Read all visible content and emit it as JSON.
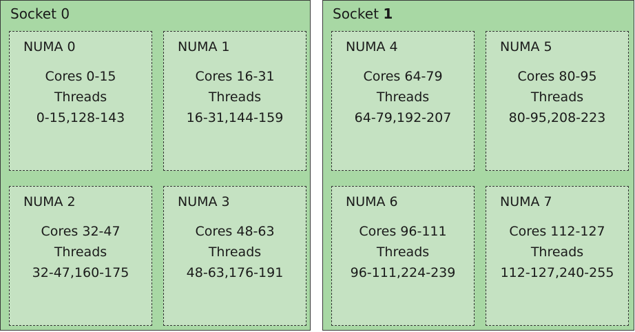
{
  "sockets": [
    {
      "label": "Socket",
      "number": "0",
      "numas": [
        {
          "title": "NUMA 0",
          "cores": "Cores 0-15",
          "threads_label": "Threads",
          "threads": "0-15,128-143"
        },
        {
          "title": "NUMA 1",
          "cores": "Cores 16-31",
          "threads_label": "Threads",
          "threads": "16-31,144-159"
        },
        {
          "title": "NUMA 2",
          "cores": "Cores 32-47",
          "threads_label": "Threads",
          "threads": "32-47,160-175"
        },
        {
          "title": "NUMA 3",
          "cores": "Cores 48-63",
          "threads_label": "Threads",
          "threads": "48-63,176-191"
        }
      ]
    },
    {
      "label": "Socket",
      "number": "1",
      "numas": [
        {
          "title": "NUMA 4",
          "cores": "Cores 64-79",
          "threads_label": "Threads",
          "threads": "64-79,192-207"
        },
        {
          "title": "NUMA 5",
          "cores": "Cores 80-95",
          "threads_label": "Threads",
          "threads": "80-95,208-223"
        },
        {
          "title": "NUMA 6",
          "cores": "Cores 96-111",
          "threads_label": "Threads",
          "threads": "96-111,224-239"
        },
        {
          "title": "NUMA 7",
          "cores": "Cores 112-127",
          "threads_label": "Threads",
          "threads": "112-127,240-255"
        }
      ]
    }
  ],
  "colors": {
    "socket_fill": "#a8d8a4",
    "numa_fill": "#c5e2c2",
    "border": "#333333"
  }
}
